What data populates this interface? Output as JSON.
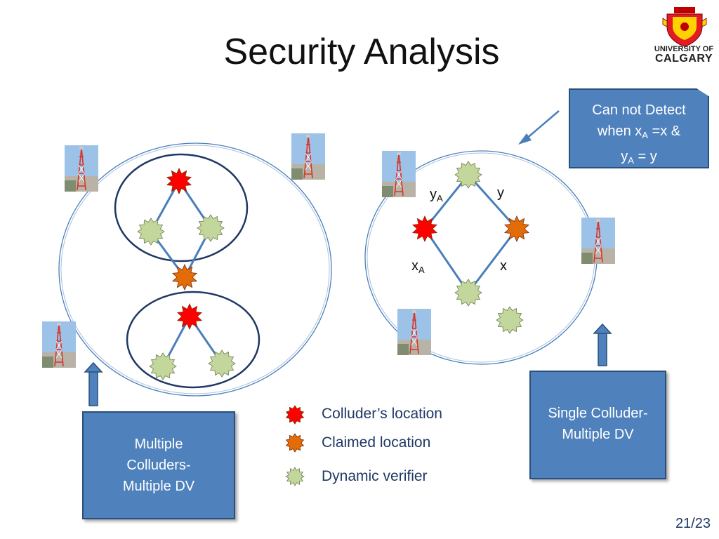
{
  "title": "Security Analysis",
  "logo": {
    "line1": "UNIVERSITY OF",
    "line2": "CALGARY"
  },
  "callout": {
    "line1": "Can not Detect",
    "line2_a": "when x",
    "line2_sub": "A",
    "line2_b": " =x  &",
    "line3_a": "y",
    "line3_sub": "A",
    "line3_b": " = y"
  },
  "left_box": {
    "line1": "Multiple",
    "line2": "Colluders-",
    "line3": "Multiple DV"
  },
  "right_box": {
    "line1": "Single Colluder-",
    "line2": "Multiple DV"
  },
  "labels": {
    "yA_base": "y",
    "yA_sub": "A",
    "y": "y",
    "xA_base": "x",
    "xA_sub": "A",
    "x": "x"
  },
  "legend": {
    "colluder": "Colluder’s location",
    "claimed": "Claimed location",
    "verifier": "Dynamic verifier"
  },
  "page": "21/23",
  "colors": {
    "colluder": "#ff0000",
    "claimed": "#e36c09",
    "verifier": "#c3d69b",
    "box": "#4f81bd",
    "line": "#4a7ebb",
    "group_ring": "#1f3864"
  }
}
